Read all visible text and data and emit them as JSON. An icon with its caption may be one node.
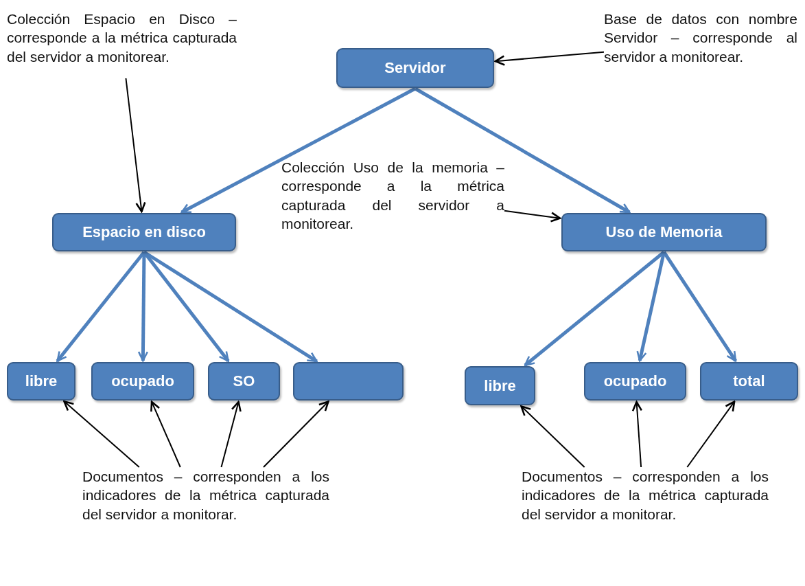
{
  "diagram": {
    "nodes": [
      {
        "text": [
          "Colección Espacio en Disco – corresponde a la métrica capturada del servidor a monitorear."
        ]
      },
      {
        "text": [
          "Servidor"
        ]
      },
      {
        "text": [
          "Base de datos con nombre Servidor – corresponde al servidor a monitorear."
        ]
      },
      {
        "text": [
          "Espacio en disco"
        ]
      },
      {
        "text": [
          "Colección Uso de la memoria – corresponde a la métrica capturada del servidor a monitorear."
        ]
      },
      {
        "text": [
          "Uso de Memoria"
        ]
      },
      {
        "text": [
          "libre"
        ]
      },
      {
        "text": [
          "ocupado"
        ]
      },
      {
        "text": [
          "SO"
        ]
      },
      {
        "text": [],
        "shape": "box"
      },
      {
        "text": [
          "libre"
        ]
      },
      {
        "text": [
          "ocupado"
        ]
      },
      {
        "text": [
          "total"
        ]
      },
      {
        "text": [
          "Documentos – corresponden a los indicadores de la métrica capturada del servidor a monitorar."
        ]
      },
      {
        "text": [
          "Documentos – corresponden a los indicadores de la métrica capturada del servidor a monitorar."
        ]
      }
    ],
    "edges": [
      {
        "from": 0,
        "to": 3,
        "arrow": "to"
      },
      {
        "from": 2,
        "to": 1,
        "arrow": "to"
      },
      {
        "from": 4,
        "to": 5,
        "arrow": "to"
      },
      {
        "from": 1,
        "to": 3,
        "arrow": "to",
        "style": "thick",
        "color": "#4f81bd"
      },
      {
        "from": 1,
        "to": 5,
        "arrow": "to",
        "style": "thick",
        "color": "#4f81bd"
      },
      {
        "from": 3,
        "to": 6,
        "arrow": "to",
        "style": "thick",
        "color": "#4f81bd"
      },
      {
        "from": 3,
        "to": 7,
        "arrow": "to",
        "style": "thick",
        "color": "#4f81bd"
      },
      {
        "from": 3,
        "to": 8,
        "arrow": "to",
        "style": "thick",
        "color": "#4f81bd"
      },
      {
        "from": 3,
        "to": 9,
        "arrow": "to",
        "style": "thick",
        "color": "#4f81bd"
      },
      {
        "from": 5,
        "to": 10,
        "arrow": "to",
        "style": "thick",
        "color": "#4f81bd"
      },
      {
        "from": 5,
        "to": 11,
        "arrow": "to",
        "style": "thick",
        "color": "#4f81bd"
      },
      {
        "from": 5,
        "to": 12,
        "arrow": "to",
        "style": "thick",
        "color": "#4f81bd"
      },
      {
        "from": 13,
        "to": 6,
        "arrow": "to"
      },
      {
        "from": 13,
        "to": 7,
        "arrow": "to"
      },
      {
        "from": 13,
        "to": 8,
        "arrow": "to"
      },
      {
        "from": 13,
        "to": 9,
        "arrow": "to"
      },
      {
        "from": 14,
        "to": 10,
        "arrow": "to"
      },
      {
        "from": 14,
        "to": 11,
        "arrow": "to"
      },
      {
        "from": 14,
        "to": 12,
        "arrow": "to"
      }
    ]
  }
}
